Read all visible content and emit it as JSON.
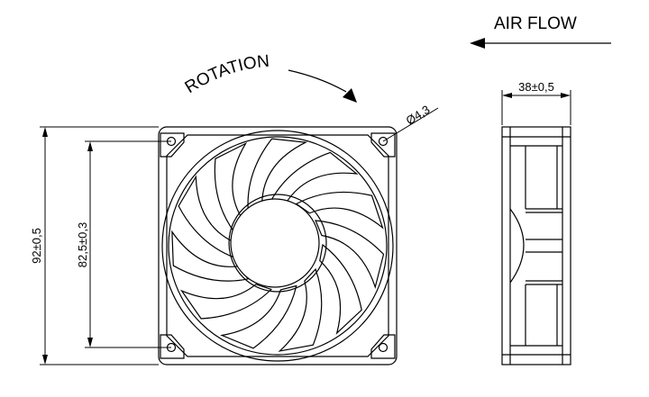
{
  "labels": {
    "air_flow": "AIR FLOW",
    "rotation": "ROTATION",
    "hole_diameter": "Ø4,3",
    "depth": "38±0,5",
    "outer_size": "92±0,5",
    "hole_spacing": "82,5±0,3"
  },
  "colors": {
    "line": "#000000",
    "background": "#ffffff"
  },
  "fan": {
    "blade_count": 11,
    "rotation_direction": "clockwise"
  }
}
